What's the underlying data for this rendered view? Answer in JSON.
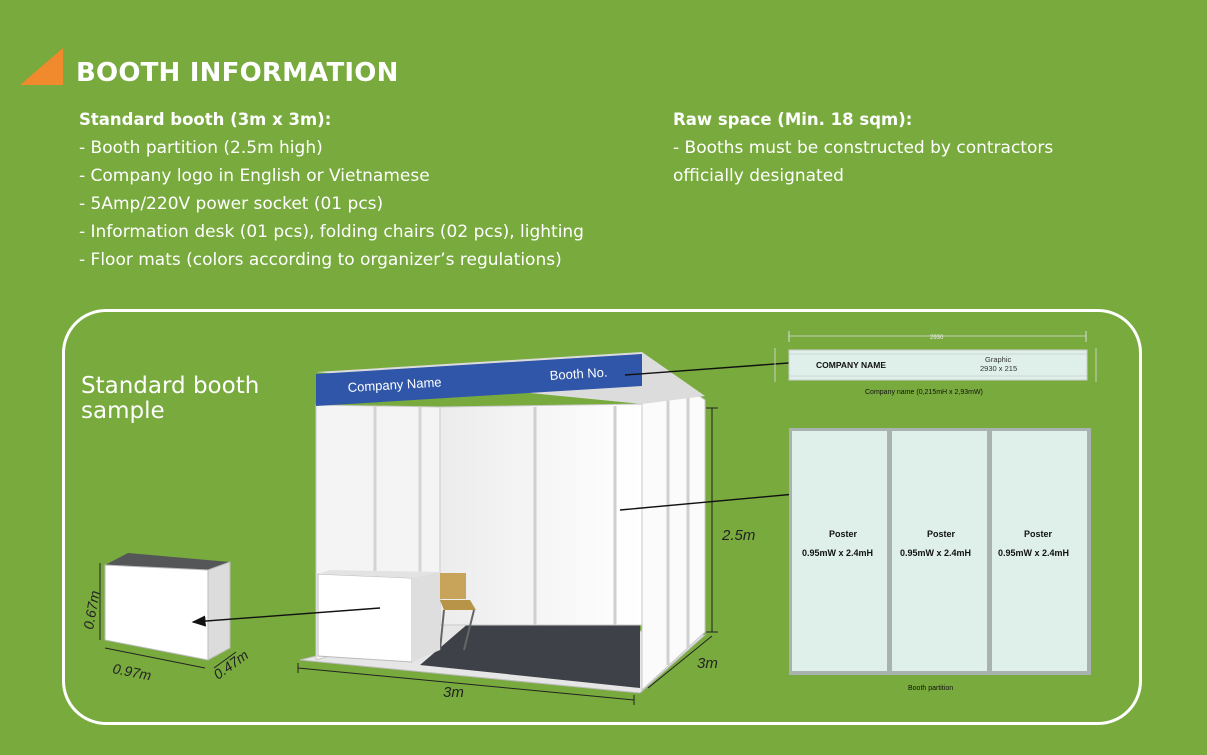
{
  "header": {
    "title": "BOOTH INFORMATION"
  },
  "standard": {
    "heading": "Standard booth (3m x 3m):",
    "items": [
      "-  Booth partition (2.5m high)",
      "- Company logo in English or Vietnamese",
      "- 5Amp/220V power socket (01 pcs)",
      "- Information desk (01 pcs), folding chairs (02 pcs), lighting",
      "- Floor mats (colors according to organizer’s regulations)"
    ]
  },
  "raw": {
    "heading": "Raw space (Min. 18 sqm):",
    "items": [
      "- Booths must be constructed by contractors",
      "officially designated"
    ]
  },
  "sample": {
    "title_line1": "Standard booth",
    "title_line2": "sample",
    "fascia_company": "Company Name",
    "fascia_booth": "Booth No.",
    "dim_height": "2.5m",
    "dim_width": "3m",
    "dim_depth": "3m",
    "desk_height": "0.67m",
    "desk_width": "0.97m",
    "desk_depth": "0.47m"
  },
  "fascia_drawing": {
    "top_dim": "2930",
    "company_name": "COMPANY NAME",
    "graphic_label": "Graphic",
    "graphic_size": "2930 x 215",
    "caption": "Company name (0,215mH x 2,93mW)"
  },
  "partition_drawing": {
    "panels": [
      {
        "label": "Poster",
        "size": "0.95mW x 2.4mH"
      },
      {
        "label": "Poster",
        "size": "0.95mW x 2.4mH"
      },
      {
        "label": "Poster",
        "size": "0.95mW x 2.4mH"
      }
    ],
    "caption": "Booth partition"
  },
  "colors": {
    "background": "#78aa3e",
    "accent_orange": "#f08a2c",
    "fascia_blue": "#2f56a8",
    "poster_fill": "#dff0ea"
  }
}
